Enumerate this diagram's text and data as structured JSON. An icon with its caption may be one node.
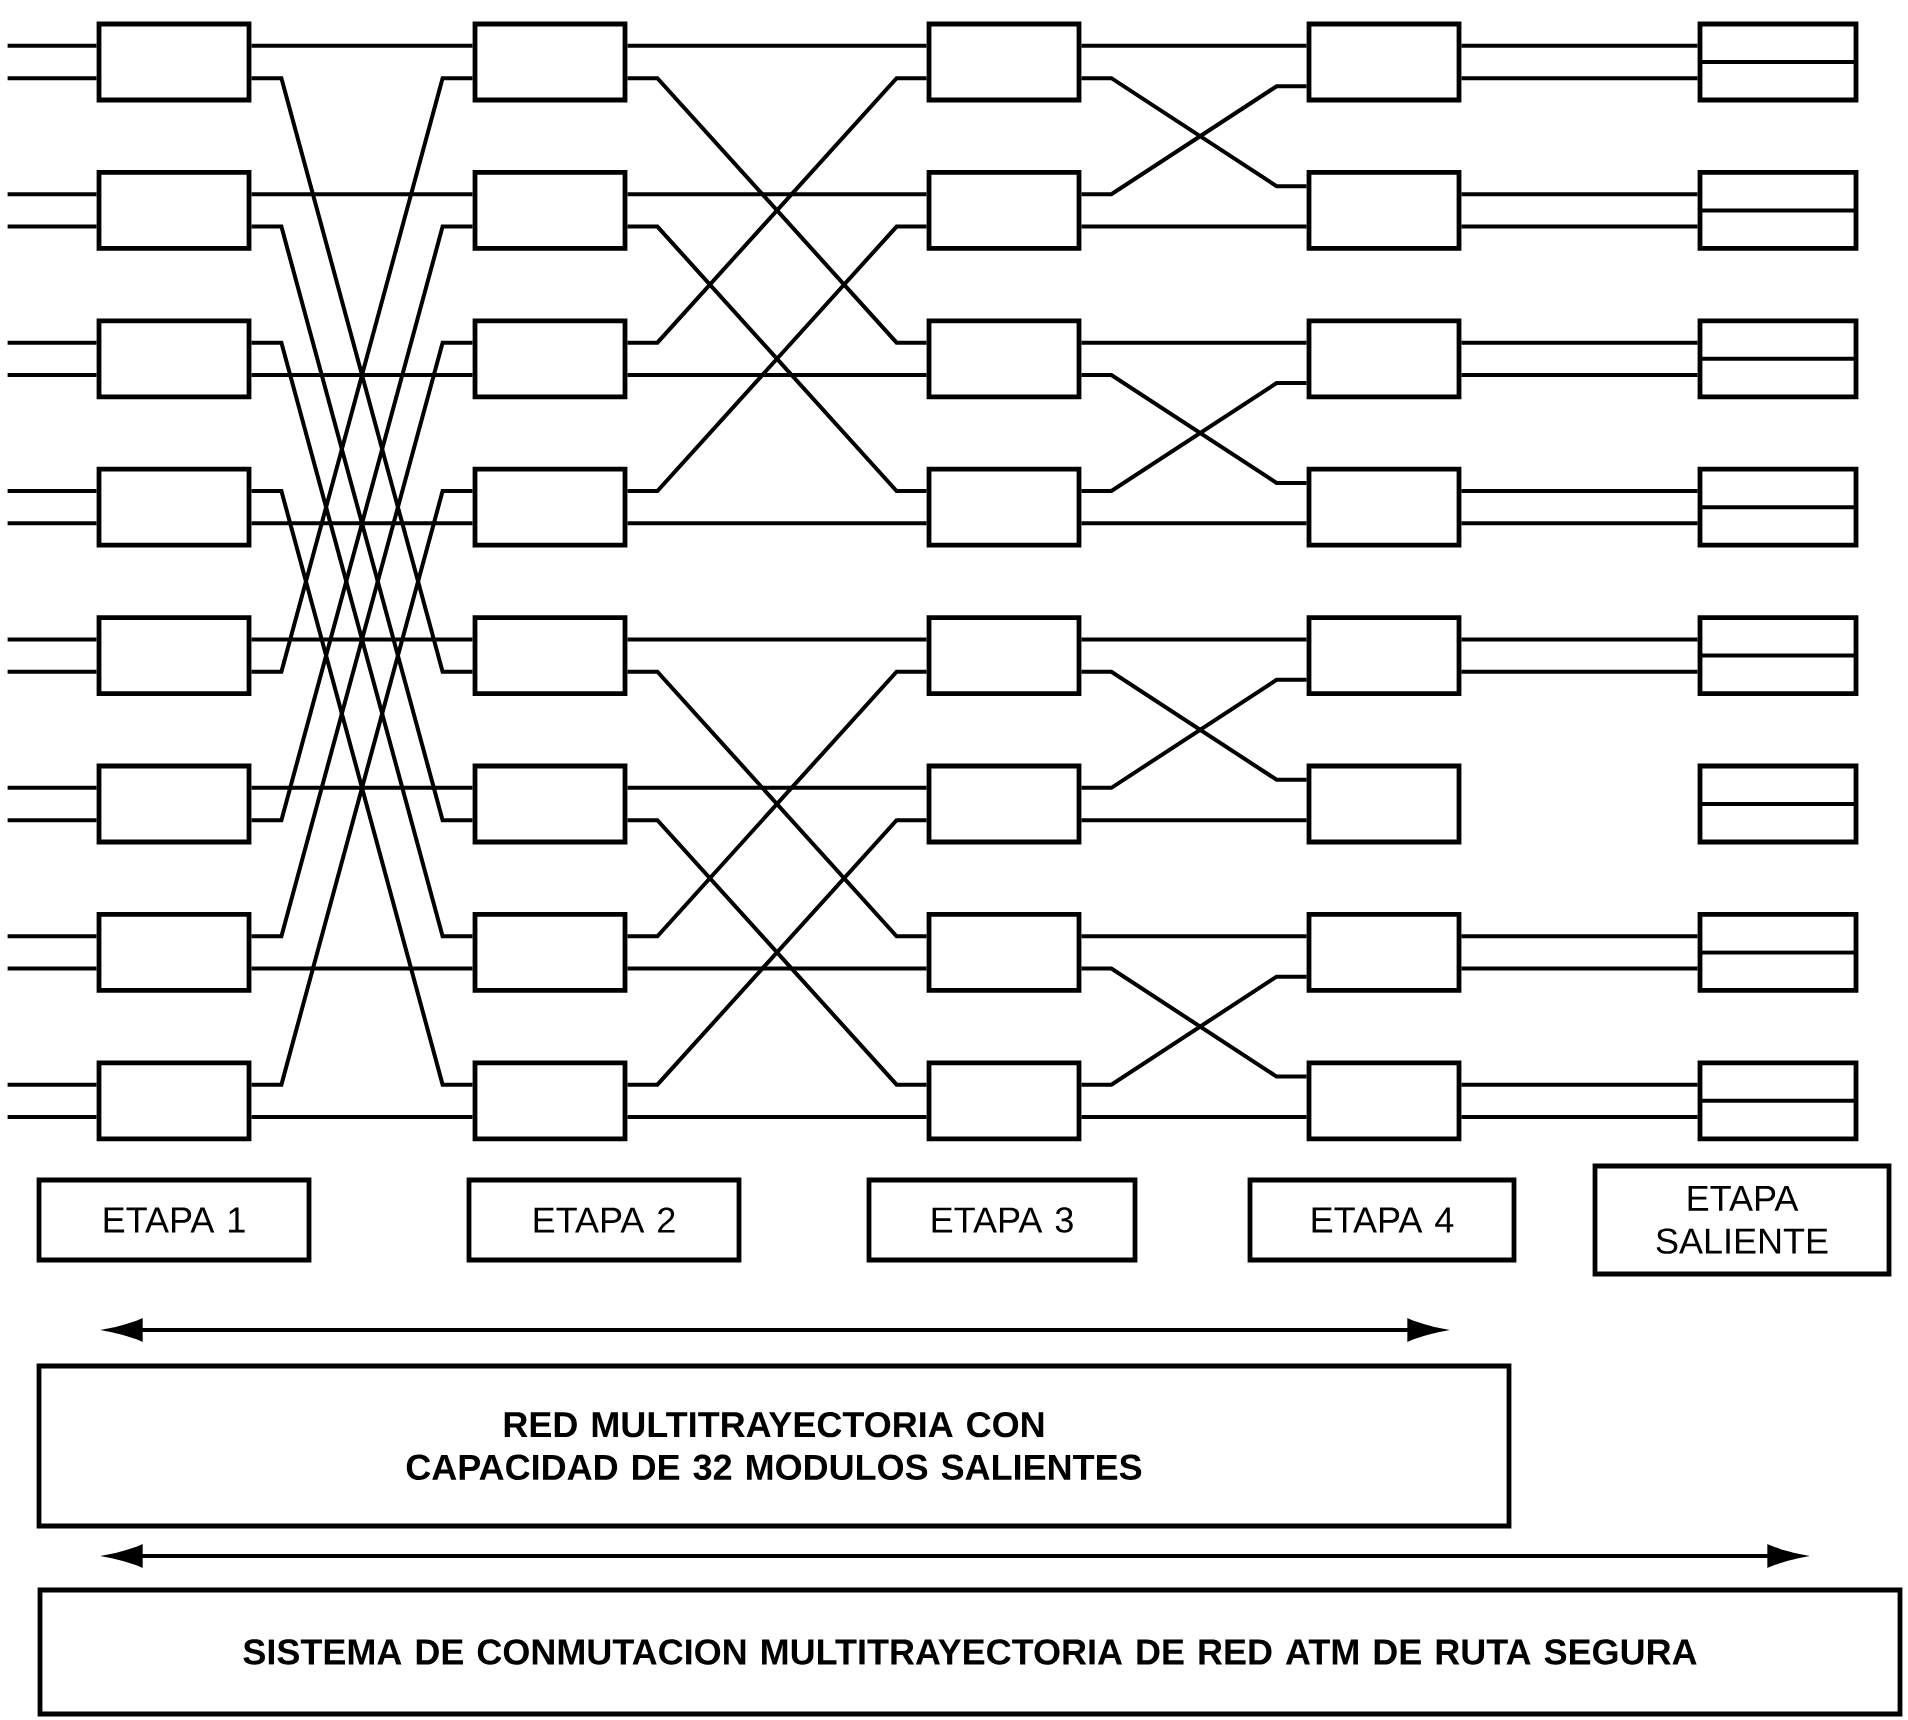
{
  "diagram": {
    "nodes": [
      {
        "text": [],
        "shape": "box"
      },
      {
        "text": [],
        "shape": "box"
      },
      {
        "text": [],
        "shape": "box"
      },
      {
        "text": [],
        "shape": "box"
      },
      {
        "text": [],
        "shape": "box"
      },
      {
        "text": [],
        "shape": "box"
      },
      {
        "text": [],
        "shape": "box"
      },
      {
        "text": [],
        "shape": "box"
      },
      {
        "text": [],
        "shape": "box"
      },
      {
        "text": [],
        "shape": "box"
      },
      {
        "text": [],
        "shape": "box"
      },
      {
        "text": [],
        "shape": "box"
      },
      {
        "text": [],
        "shape": "box"
      },
      {
        "text": [],
        "shape": "box"
      },
      {
        "text": [],
        "shape": "box"
      },
      {
        "text": [],
        "shape": "box"
      },
      {
        "text": [],
        "shape": "box"
      },
      {
        "text": [],
        "shape": "box"
      },
      {
        "text": [],
        "shape": "box"
      },
      {
        "text": [],
        "shape": "box"
      },
      {
        "text": [],
        "shape": "box"
      },
      {
        "text": [],
        "shape": "box"
      },
      {
        "text": [],
        "shape": "box"
      },
      {
        "text": [],
        "shape": "box"
      },
      {
        "text": [],
        "shape": "box"
      },
      {
        "text": [],
        "shape": "box"
      },
      {
        "text": [],
        "shape": "box"
      },
      {
        "text": [],
        "shape": "box"
      },
      {
        "text": [],
        "shape": "box"
      },
      {
        "text": [],
        "shape": "box"
      },
      {
        "text": [],
        "shape": "box"
      },
      {
        "text": [],
        "shape": "box"
      },
      {
        "text": [],
        "shape": "box"
      },
      {
        "text": [],
        "shape": "box"
      },
      {
        "text": [],
        "shape": "box"
      },
      {
        "text": [],
        "shape": "box"
      },
      {
        "text": [],
        "shape": "box"
      },
      {
        "text": [],
        "shape": "box"
      },
      {
        "text": [],
        "shape": "box"
      },
      {
        "text": [],
        "shape": "box"
      },
      {
        "text": [
          "ETAPA 1"
        ]
      },
      {
        "text": [
          "ETAPA 2"
        ]
      },
      {
        "text": [
          "ETAPA 3"
        ]
      },
      {
        "text": [
          "ETAPA 4"
        ]
      },
      {
        "text": [
          "ETAPA SALIENTE"
        ]
      },
      {
        "text": [
          "RED MULTITRAYECTORIA CON CAPACIDAD DE 32 MODULOS SALIENTES"
        ]
      },
      {
        "text": [
          "SISTEMA DE CONMUTACION MULTITRAYECTORIA DE RED ATM DE RUTA SEGURA"
        ]
      }
    ],
    "edges": [
      {
        "from": null,
        "to": 0,
        "arrow": "none"
      },
      {
        "from": null,
        "to": 0,
        "arrow": "none"
      },
      {
        "from": null,
        "to": 1,
        "arrow": "none"
      },
      {
        "from": null,
        "to": 1,
        "arrow": "none"
      },
      {
        "from": null,
        "to": 2,
        "arrow": "none"
      },
      {
        "from": null,
        "to": 2,
        "arrow": "none"
      },
      {
        "from": null,
        "to": 3,
        "arrow": "none"
      },
      {
        "from": null,
        "to": 3,
        "arrow": "none"
      },
      {
        "from": null,
        "to": 4,
        "arrow": "none"
      },
      {
        "from": null,
        "to": 4,
        "arrow": "none"
      },
      {
        "from": null,
        "to": 5,
        "arrow": "none"
      },
      {
        "from": null,
        "to": 5,
        "arrow": "none"
      },
      {
        "from": null,
        "to": 6,
        "arrow": "none"
      },
      {
        "from": null,
        "to": 6,
        "arrow": "none"
      },
      {
        "from": null,
        "to": 7,
        "arrow": "none"
      },
      {
        "from": null,
        "to": 7,
        "arrow": "none"
      },
      {
        "from": 0,
        "to": 8,
        "arrow": "none"
      },
      {
        "from": 0,
        "to": 12,
        "arrow": "none"
      },
      {
        "from": 1,
        "to": 9,
        "arrow": "none"
      },
      {
        "from": 1,
        "to": 13,
        "arrow": "none"
      },
      {
        "from": 2,
        "to": 14,
        "arrow": "none"
      },
      {
        "from": 2,
        "to": 10,
        "arrow": "none"
      },
      {
        "from": 3,
        "to": 15,
        "arrow": "none"
      },
      {
        "from": 3,
        "to": 11,
        "arrow": "none"
      },
      {
        "from": 4,
        "to": 12,
        "arrow": "none"
      },
      {
        "from": 4,
        "to": 8,
        "arrow": "none"
      },
      {
        "from": 5,
        "to": 13,
        "arrow": "none"
      },
      {
        "from": 5,
        "to": 9,
        "arrow": "none"
      },
      {
        "from": 6,
        "to": 10,
        "arrow": "none"
      },
      {
        "from": 6,
        "to": 14,
        "arrow": "none"
      },
      {
        "from": 7,
        "to": 11,
        "arrow": "none"
      },
      {
        "from": 7,
        "to": 15,
        "arrow": "none"
      },
      {
        "from": 8,
        "to": 16,
        "arrow": "none"
      },
      {
        "from": 8,
        "to": 18,
        "arrow": "none"
      },
      {
        "from": 9,
        "to": 17,
        "arrow": "none"
      },
      {
        "from": 9,
        "to": 19,
        "arrow": "none"
      },
      {
        "from": 10,
        "to": 16,
        "arrow": "none"
      },
      {
        "from": 10,
        "to": 18,
        "arrow": "none"
      },
      {
        "from": 11,
        "to": 17,
        "arrow": "none"
      },
      {
        "from": 11,
        "to": 19,
        "arrow": "none"
      },
      {
        "from": 12,
        "to": 20,
        "arrow": "none"
      },
      {
        "from": 12,
        "to": 22,
        "arrow": "none"
      },
      {
        "from": 13,
        "to": 21,
        "arrow": "none"
      },
      {
        "from": 13,
        "to": 23,
        "arrow": "none"
      },
      {
        "from": 14,
        "to": 20,
        "arrow": "none"
      },
      {
        "from": 14,
        "to": 22,
        "arrow": "none"
      },
      {
        "from": 15,
        "to": 21,
        "arrow": "none"
      },
      {
        "from": 15,
        "to": 23,
        "arrow": "none"
      },
      {
        "from": 16,
        "to": 24,
        "arrow": "none"
      },
      {
        "from": 16,
        "to": 25,
        "arrow": "none"
      },
      {
        "from": 17,
        "to": 24,
        "arrow": "none"
      },
      {
        "from": 17,
        "to": 25,
        "arrow": "none"
      },
      {
        "from": 18,
        "to": 26,
        "arrow": "none"
      },
      {
        "from": 18,
        "to": 27,
        "arrow": "none"
      },
      {
        "from": 19,
        "to": 26,
        "arrow": "none"
      },
      {
        "from": 19,
        "to": 27,
        "arrow": "none"
      },
      {
        "from": 20,
        "to": 28,
        "arrow": "none"
      },
      {
        "from": 20,
        "to": 29,
        "arrow": "none"
      },
      {
        "from": 21,
        "to": 28,
        "arrow": "none"
      },
      {
        "from": 21,
        "to": 29,
        "arrow": "none"
      },
      {
        "from": 22,
        "to": 30,
        "arrow": "none"
      },
      {
        "from": 22,
        "to": 31,
        "arrow": "none"
      },
      {
        "from": 23,
        "to": 30,
        "arrow": "none"
      },
      {
        "from": 23,
        "to": 31,
        "arrow": "none"
      },
      {
        "from": 24,
        "to": 32,
        "arrow": "none"
      },
      {
        "from": 24,
        "to": 32,
        "arrow": "none"
      },
      {
        "from": 25,
        "to": 33,
        "arrow": "none"
      },
      {
        "from": 25,
        "to": 33,
        "arrow": "none"
      },
      {
        "from": 26,
        "to": 34,
        "arrow": "none"
      },
      {
        "from": 26,
        "to": 34,
        "arrow": "none"
      },
      {
        "from": 27,
        "to": 35,
        "arrow": "none"
      },
      {
        "from": 27,
        "to": 35,
        "arrow": "none"
      },
      {
        "from": 28,
        "to": 36,
        "arrow": "none"
      },
      {
        "from": 28,
        "to": 36,
        "arrow": "none"
      },
      {
        "from": 30,
        "to": 38,
        "arrow": "none"
      },
      {
        "from": 30,
        "to": 38,
        "arrow": "none"
      },
      {
        "from": 31,
        "to": 39,
        "arrow": "none"
      },
      {
        "from": 31,
        "to": 39,
        "arrow": "none"
      }
    ]
  }
}
